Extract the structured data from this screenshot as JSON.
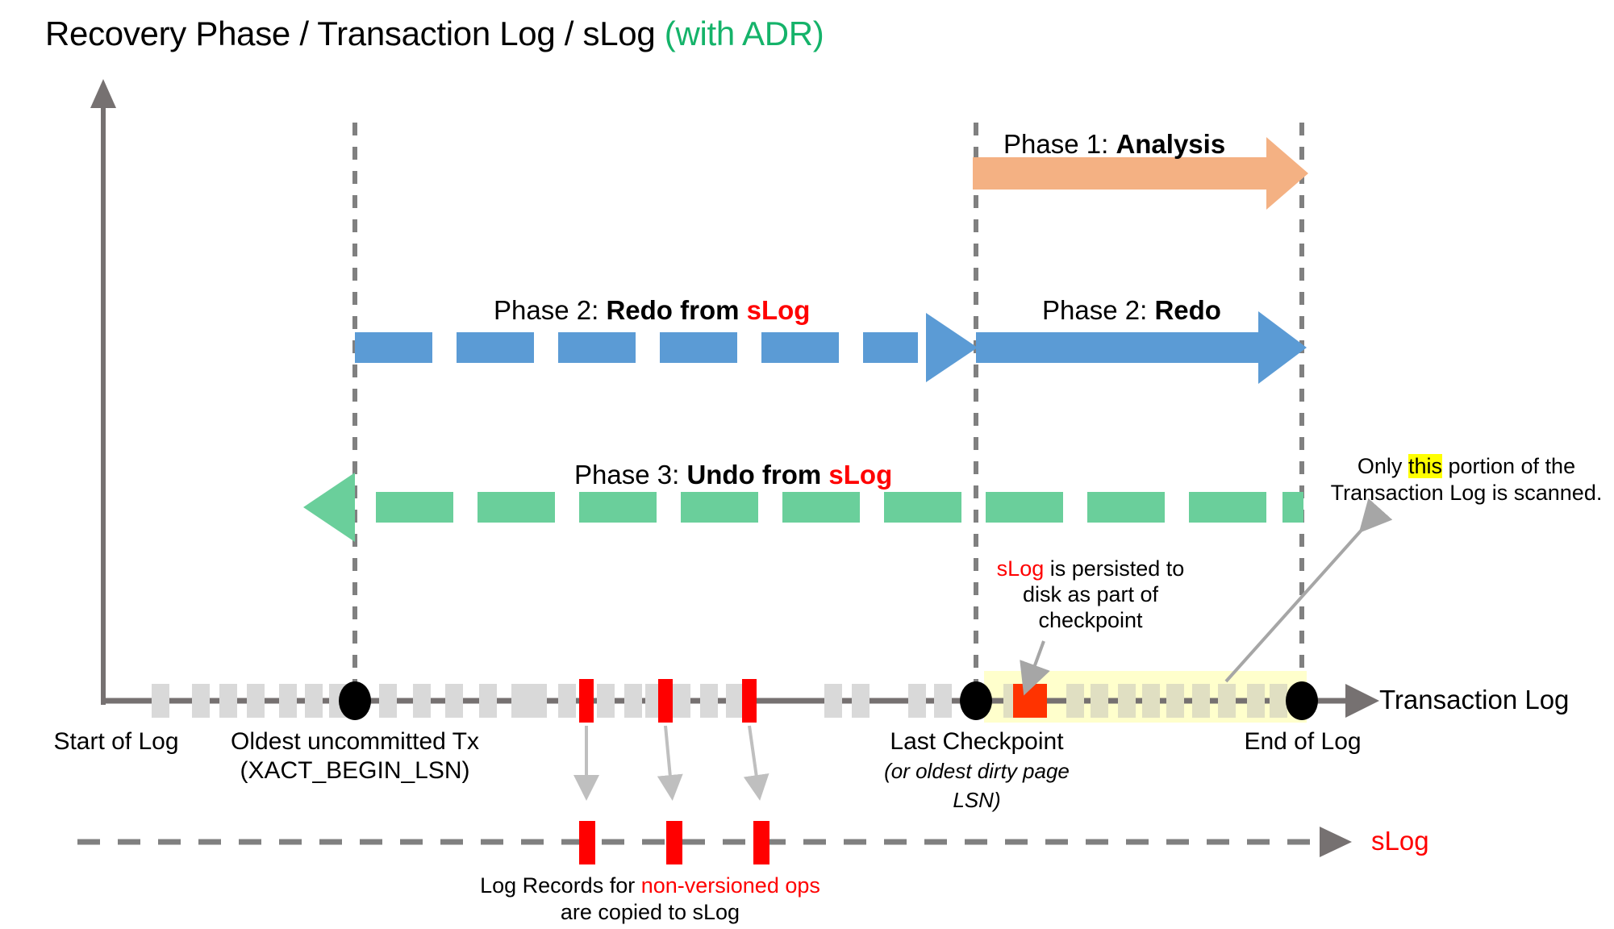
{
  "title": {
    "main": "Recovery Phase / Transaction Log / sLog ",
    "suffix": "(with ADR)",
    "suffix_color": "#15B36A"
  },
  "colors": {
    "analysis_arrow": "#F4B183",
    "redo_arrow": "#5B9BD5",
    "undo_arrow": "#6ACF9B",
    "axis_gray": "#767171",
    "log_record_gray": "#D9D9D9",
    "slog_record_red": "#FF0000",
    "checkpoint_record": "#FF3300",
    "scanned_highlight": "#FFFFCC",
    "highlight_yellow": "#FFFF00",
    "accent_red": "#FF0000",
    "accent_green": "#15B36A"
  },
  "phases": [
    {
      "id": "phase-1",
      "prefix": "Phase 1: ",
      "emphasis": "Analysis",
      "emphasis_color": "#000000",
      "style": "solid",
      "direction": "right",
      "color": "#F4B183"
    },
    {
      "id": "phase-2-slog",
      "prefix": "Phase 2: ",
      "emphasis": "Redo from ",
      "emphasis2": "sLog",
      "emphasis2_color": "#FF0000",
      "style": "dashed",
      "direction": "right",
      "color": "#5B9BD5"
    },
    {
      "id": "phase-2-redo",
      "prefix": "Phase 2: ",
      "emphasis": "Redo",
      "emphasis_color": "#000000",
      "style": "solid",
      "direction": "right",
      "color": "#5B9BD5"
    },
    {
      "id": "phase-3-undo",
      "prefix": "Phase 3: ",
      "emphasis": "Undo from ",
      "emphasis2": "sLog",
      "emphasis2_color": "#FF0000",
      "style": "dashed",
      "direction": "left",
      "color": "#6ACF9B"
    }
  ],
  "notes": {
    "checkpoint_note": {
      "line1_red": "sLog",
      "line1_rest": " is persisted to",
      "line2": "disk as part of",
      "line3": "checkpoint"
    },
    "scanned_note": {
      "pre": "Only ",
      "highlighted": "this",
      "post": " portion of the",
      "line2": "Transaction Log is scanned."
    },
    "slog_copy_note": {
      "pre": "Log Records for ",
      "red": "non-versioned ops",
      "line2": "are copied to sLog"
    }
  },
  "timeline": {
    "axis_label": "Transaction Log",
    "slog_axis_label": "sLog",
    "markers": [
      {
        "id": "start-of-log",
        "label": "Start of Log",
        "sub": ""
      },
      {
        "id": "oldest-uncommitted-tx",
        "label": "Oldest uncommitted Tx",
        "sub": "(XACT_BEGIN_LSN)"
      },
      {
        "id": "last-checkpoint",
        "label": "Last Checkpoint",
        "sub": "(or oldest dirty page",
        "sub2": "LSN)"
      },
      {
        "id": "end-of-log",
        "label": "End of Log",
        "sub": ""
      }
    ]
  }
}
